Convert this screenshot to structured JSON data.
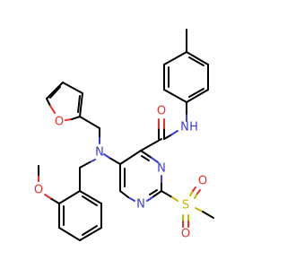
{
  "atom_labels": {
    "furan_o": "O",
    "amine_n": "N",
    "methoxy_o": "O",
    "amide_nh": "N",
    "amide_h": "H",
    "amide_o": "O",
    "ring_n3": "N",
    "ring_n1": "N",
    "sulfonyl_s": "S",
    "sulfonyl_o1": "O",
    "sulfonyl_o2": "O"
  },
  "colors": {
    "carbon": "#000000",
    "oxygen": "#e8312a",
    "nitrogen": "#3b3bdc",
    "sulfur": "#c9b400"
  }
}
